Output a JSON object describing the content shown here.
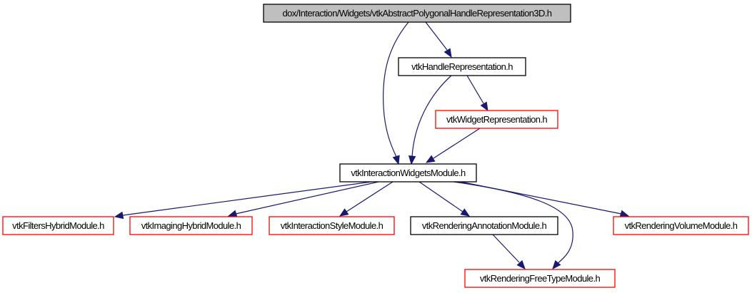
{
  "diagram": {
    "type": "include-dependency-graph",
    "colors": {
      "edge": "#191970",
      "root_fill": "#bfbfbf",
      "node_fill": "#ffffff",
      "documented_border": "#000000",
      "undocumented_border": "#ff0000"
    },
    "nodes": [
      {
        "id": "root",
        "label": "dox/Interaction/Widgets/vtkAbstractPolygonalHandleRepresentation3D.h",
        "kind": "root"
      },
      {
        "id": "handle",
        "label": "vtkHandleRepresentation.h",
        "kind": "documented"
      },
      {
        "id": "widget",
        "label": "vtkWidgetRepresentation.h",
        "kind": "undocumented"
      },
      {
        "id": "iwm",
        "label": "vtkInteractionWidgetsModule.h",
        "kind": "documented"
      },
      {
        "id": "filters",
        "label": "vtkFiltersHybridModule.h",
        "kind": "undocumented"
      },
      {
        "id": "imaging",
        "label": "vtkImagingHybridModule.h",
        "kind": "undocumented"
      },
      {
        "id": "istyle",
        "label": "vtkInteractionStyleModule.h",
        "kind": "undocumented"
      },
      {
        "id": "rannot",
        "label": "vtkRenderingAnnotationModule.h",
        "kind": "documented"
      },
      {
        "id": "rvol",
        "label": "vtkRenderingVolumeModule.h",
        "kind": "undocumented"
      },
      {
        "id": "rfree",
        "label": "vtkRenderingFreeTypeModule.h",
        "kind": "undocumented"
      }
    ],
    "edges": [
      {
        "from": "root",
        "to": "handle"
      },
      {
        "from": "root",
        "to": "iwm"
      },
      {
        "from": "handle",
        "to": "iwm"
      },
      {
        "from": "handle",
        "to": "widget"
      },
      {
        "from": "widget",
        "to": "iwm"
      },
      {
        "from": "iwm",
        "to": "filters"
      },
      {
        "from": "iwm",
        "to": "imaging"
      },
      {
        "from": "iwm",
        "to": "istyle"
      },
      {
        "from": "iwm",
        "to": "rannot"
      },
      {
        "from": "iwm",
        "to": "rfree"
      },
      {
        "from": "iwm",
        "to": "rvol"
      },
      {
        "from": "rannot",
        "to": "rfree"
      }
    ]
  }
}
